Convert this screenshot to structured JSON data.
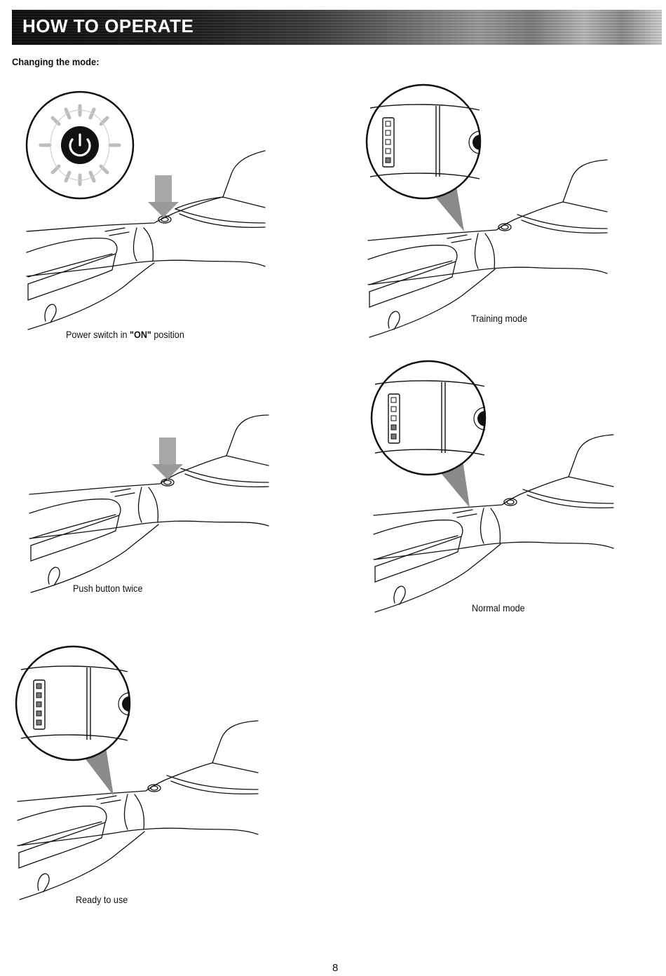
{
  "header": {
    "title": "HOW TO OPERATE"
  },
  "section": {
    "heading": "Changing the mode:"
  },
  "steps": {
    "power_on": {
      "caption_prefix": "Power switch in ",
      "caption_bold": "\"ON\"",
      "caption_suffix": " position"
    },
    "push_twice": {
      "caption": "Push button twice"
    },
    "ready": {
      "caption": "Ready to use",
      "lit_leds": 5
    },
    "training": {
      "caption": "Training mode",
      "lit_leds": 1
    },
    "normal": {
      "caption": "Normal mode",
      "lit_leds": 2
    }
  },
  "icons": [
    "power-button-icon",
    "press-arrow-icon",
    "battery-indicator-icon"
  ],
  "colors": {
    "line": "#111111",
    "arrow": "#9a9a9a",
    "led_lit": "#777777",
    "pointer": "#8a8a8a"
  },
  "footer": {
    "page_number": "8"
  }
}
